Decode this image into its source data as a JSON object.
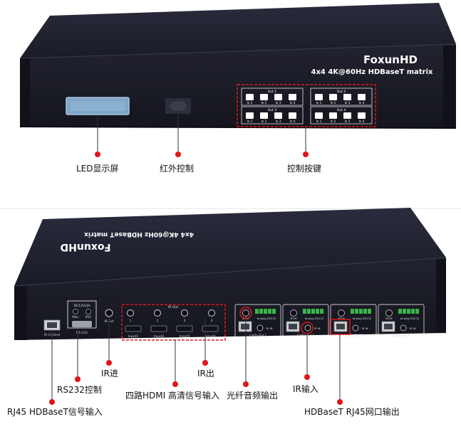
{
  "front": {
    "brand": "FoxunHD",
    "model": "4x4 4K@60Hz HDBaseT matrix",
    "groups": [
      {
        "title": "Out 1",
        "buttons": [
          "In 1",
          "In 2",
          "In 3",
          "In 4"
        ]
      },
      {
        "title": "Out 2",
        "buttons": [
          "In 1",
          "In 2",
          "In 3",
          "In 4"
        ]
      },
      {
        "title": "Out 3",
        "buttons": [
          "In 1",
          "In 2",
          "In 3",
          "In 4"
        ]
      },
      {
        "title": "Out 4",
        "buttons": [
          "In 1",
          "In 2",
          "In 3",
          "In 4"
        ]
      }
    ],
    "callouts": {
      "led": "LED显示屏",
      "ir": "红外控制",
      "keys": "控制按键"
    }
  },
  "rear": {
    "brand": "FoxunHD",
    "model": "4x4 4K@60Hz HDBaseT matrix",
    "port_labels": {
      "power": "DC12V/3A",
      "main": "Main",
      "zoc": "ZOC",
      "ir_ext": "IR Ext",
      "ir_out": "IR Out",
      "ir_control": "IR Control",
      "rs232": "RS-232",
      "ir_in": "IR IN",
      "analog_rs232": "Analog RS232",
      "spdif": "SPDIF",
      "inputs": [
        "Input1",
        "Input2",
        "Input3",
        "Input4"
      ],
      "ir_out_numbers": [
        "1",
        "2",
        "3",
        "4"
      ],
      "cat_ports": [
        "Cat5e Out 1",
        "Cat5e Out 2",
        "Cat5e Out 3",
        "Cat5e Out 4"
      ]
    },
    "callouts": {
      "rj45_in": "RJ45 HDBaseT信号输入",
      "rs232": "RS232控制",
      "ir_in": "IR进",
      "hdmi": "四路HDMI 高清信号输入",
      "ir_out": "IR出",
      "optical": "光纤音频输出",
      "ir_input": "IR输入",
      "hdbaset_out": "HDBaseT RJ45网口输出"
    }
  },
  "colors": {
    "chassis": "#1c1d2a",
    "marker": "#e0161b",
    "button": "#ffffff",
    "terminal": "#39b54a"
  }
}
